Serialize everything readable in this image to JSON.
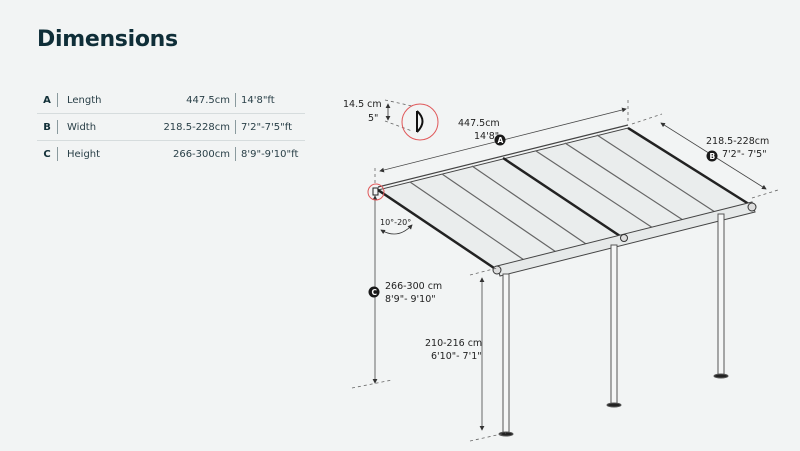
{
  "title": "Dimensions",
  "table": {
    "rows": [
      {
        "letter": "A",
        "label": "Length",
        "cm": "447.5cm",
        "ft": "14'8\"ft"
      },
      {
        "letter": "B",
        "label": "Width",
        "cm": "218.5-228cm",
        "ft": "7'2\"-7'5\"ft"
      },
      {
        "letter": "C",
        "label": "Height",
        "cm": "266-300cm",
        "ft": "8'9\"-9'10\"ft"
      }
    ]
  },
  "diagram": {
    "profile_cm": "14.5 cm",
    "profile_in": "5\"",
    "length_cm": "447.5cm",
    "length_ft": "14'8\"",
    "length_badge": "A",
    "width_cm": "218.5-228cm",
    "width_ft": "7'2\"- 7'5\"",
    "width_badge": "B",
    "height_cm": "266-300 cm",
    "height_ft": "8'9\"- 9'10\"",
    "height_badge": "C",
    "post_cm": "210-216 cm",
    "post_ft": "6'10\"- 7'1\"",
    "angle": "10°-20°"
  },
  "colors": {
    "background": "#f2f4f4",
    "title": "#0f2e38",
    "highlight_circle": "#e0585a",
    "badge": "#1a1a1a"
  }
}
